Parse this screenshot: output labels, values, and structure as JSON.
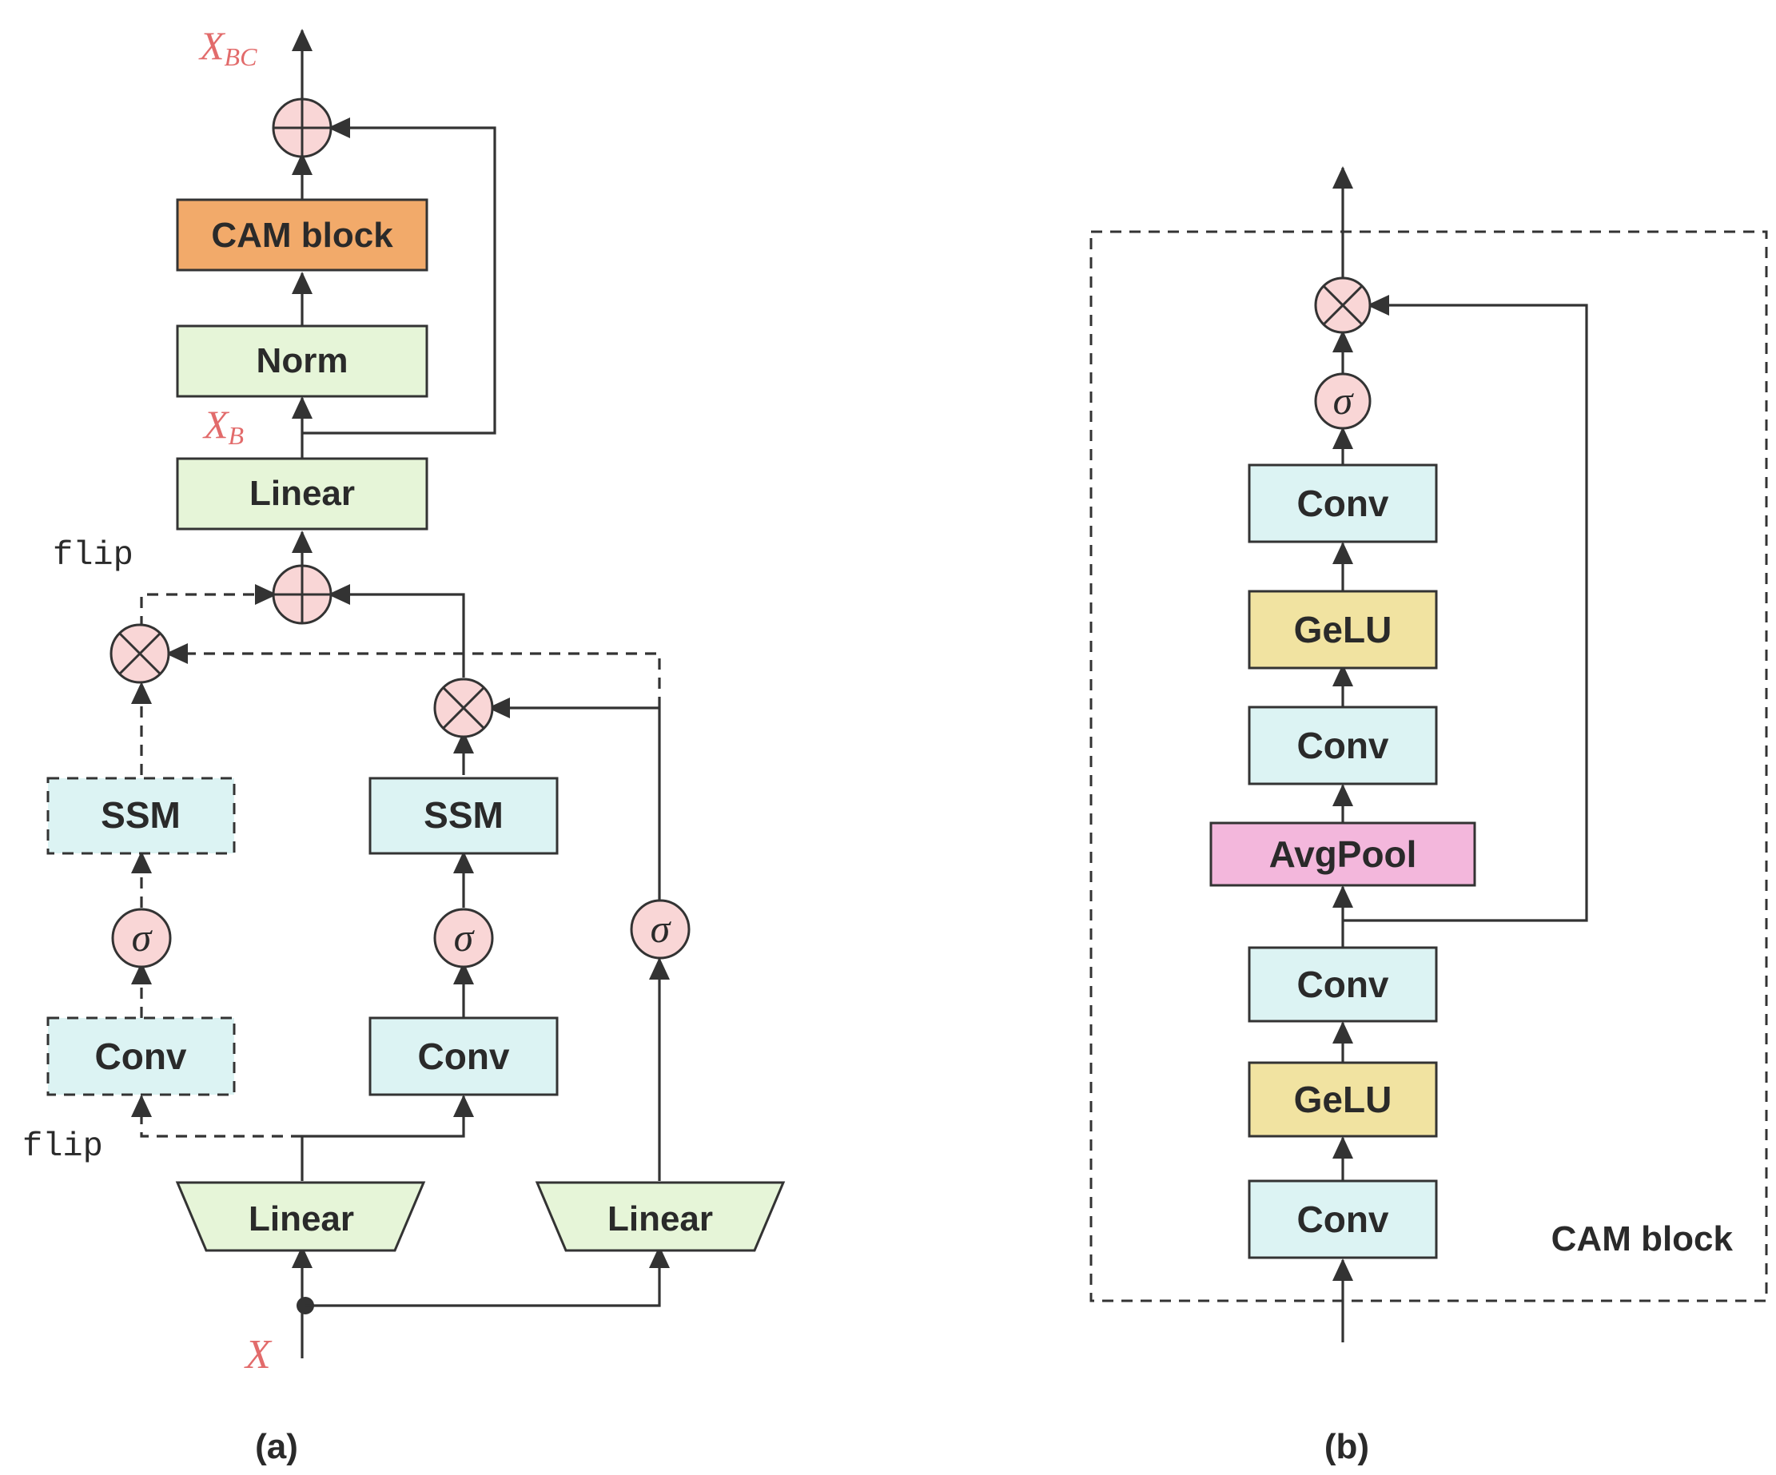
{
  "panel_a": {
    "caption": "(a)",
    "labels": {
      "x_bc": "X",
      "x_bc_sub": "BC",
      "x_b": "X",
      "x_b_sub": "B",
      "x": "X",
      "flip_top": "flip",
      "flip_bottom": "flip"
    },
    "blocks": {
      "cam": "CAM block",
      "norm": "Norm",
      "linear_top": "Linear",
      "ssm_left": "SSM",
      "ssm_mid": "SSM",
      "conv_left": "Conv",
      "conv_mid": "Conv",
      "linear_left": "Linear",
      "linear_right": "Linear"
    },
    "sigma": "σ"
  },
  "panel_b": {
    "caption": "(b)",
    "frame_label": "CAM block",
    "blocks": {
      "conv4": "Conv",
      "gelu2": "GeLU",
      "conv3": "Conv",
      "avgpool": "AvgPool",
      "conv2": "Conv",
      "gelu1": "GeLU",
      "conv1": "Conv"
    },
    "sigma": "σ"
  },
  "colors": {
    "green": "#e6f5d8",
    "cyan": "#dcf3f3",
    "orange": "#f2aa6a",
    "yellow": "#f1e3a1",
    "pink": "#f3b7dc",
    "node": "#f9d6d6",
    "label_red": "#e26b6b"
  }
}
